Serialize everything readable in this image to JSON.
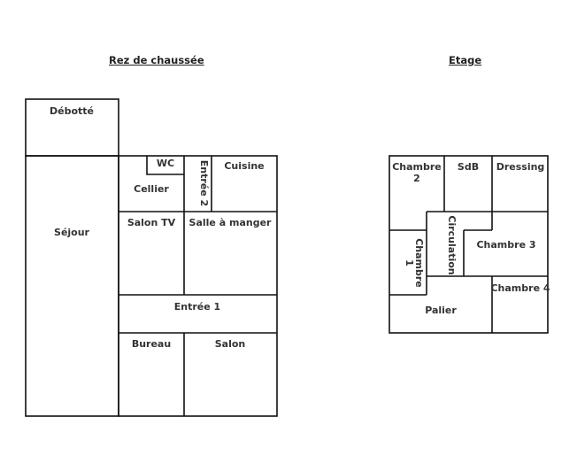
{
  "ground_floor": {
    "title": "Rez de chaussée",
    "rooms": {
      "debotte": "Débotté",
      "sejour": "Séjour",
      "wc": "WC",
      "cellier": "Cellier",
      "entree2": "Entrée 2",
      "cuisine": "Cuisine",
      "salon_tv": "Salon TV",
      "salle_a_manger": "Salle à manger",
      "entree1": "Entrée 1",
      "bureau": "Bureau",
      "salon": "Salon"
    }
  },
  "upper_floor": {
    "title": "Etage",
    "rooms": {
      "chambre2_line1": "Chambre",
      "chambre2_line2": "2",
      "sdb": "SdB",
      "dressing": "Dressing",
      "circulation": "Circulation",
      "chambre1_line1": "Chambre",
      "chambre1_line2": "1",
      "chambre3": "Chambre 3",
      "chambre4": "Chambre 4",
      "palier": "Palier"
    }
  }
}
